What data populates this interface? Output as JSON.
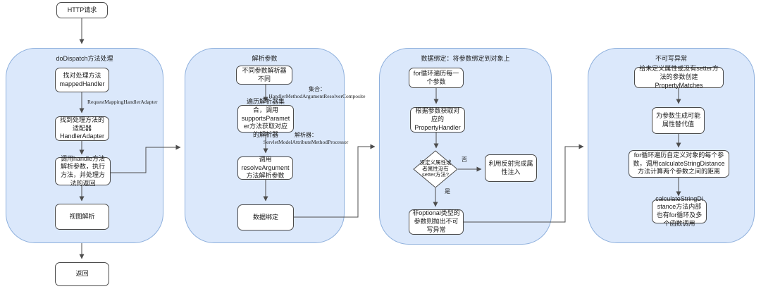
{
  "colors": {
    "lane_fill": "#dbe8fb",
    "lane_border": "#8eb0dd",
    "node_fill": "#ffffff",
    "node_border": "#4a4a4a",
    "connector": "#4d4d4d"
  },
  "start_node": {
    "label": "HTTP请求"
  },
  "end_node": {
    "label": "返回"
  },
  "lanes": [
    {
      "title": "doDispatch方法处理",
      "boxes": [
        "找对处理方法mappedHandler",
        "找到处理方法的适配器HandlerAdapter",
        "调用handle方法解析参数，执行方法，并处理方法的返回",
        "视图解析"
      ],
      "edge_label": "RequestMappingHandlerAdapter"
    },
    {
      "title": "解析参数",
      "boxes": [
        "不同参数解析器不同",
        "遍历解析器集合，调用supportsParameter方法获取对应的解析器",
        "调用resolveArgument方法解析参数",
        "数据绑定"
      ],
      "edge_labels": [
        {
          "prefix": "集合：",
          "value": "HandlerMethodArgumentResolverComposite"
        },
        {
          "prefix": "解析器：",
          "value": "ServletModelAttributeMethodProcessor"
        }
      ]
    },
    {
      "title": "数据绑定：将参数绑定到对象上",
      "boxes": [
        "for循环遍历每一个参数",
        "根据参数获取对应的PropertyHandler",
        "利用反射完成属性注入",
        "非optional类型的参数则抛出不可写异常"
      ],
      "decision": {
        "text": "没定义属性或者属性没有setter方法?",
        "no_label": "否",
        "yes_label": "是"
      }
    },
    {
      "title": "不可写异常",
      "boxes": [
        "给未定义属性或没有setter方法的参数创建PropertyMatches",
        "为参数生成可能属性替代值",
        "for循环遍历自定义对象的每个参数，调用calculateStringDistance方法计算两个参数之间的距离",
        "calculateStringDistance方法内部也有for循环及多个函数调用"
      ]
    }
  ]
}
